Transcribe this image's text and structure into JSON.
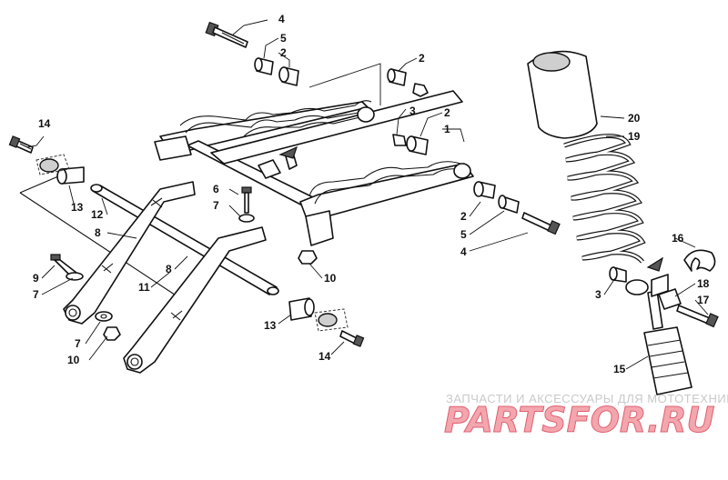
{
  "callouts": {
    "c1": "1",
    "c2a": "2",
    "c2b": "2",
    "c2c": "2",
    "c2d": "2",
    "c3a": "3",
    "c3b": "3",
    "c4a": "4",
    "c4b": "4",
    "c5a": "5",
    "c5b": "5",
    "c6": "6",
    "c7a": "7",
    "c7b": "7",
    "c7c": "7",
    "c8a": "8",
    "c8b": "8",
    "c9": "9",
    "c10a": "10",
    "c10b": "10",
    "c11": "11",
    "c12": "12",
    "c13a": "13",
    "c13b": "13",
    "c14a": "14",
    "c14b": "14",
    "c15": "15",
    "c16": "16",
    "c17": "17",
    "c18": "18",
    "c19": "19",
    "c20": "20"
  },
  "watermark": {
    "caption": "ЗАПЧАСТИ И АКСЕССУАРЫ ДЛЯ МОТОТЕХНИКИ",
    "brand": "PARTSFOR.RU",
    "brand_color": "#f3a6ae"
  }
}
